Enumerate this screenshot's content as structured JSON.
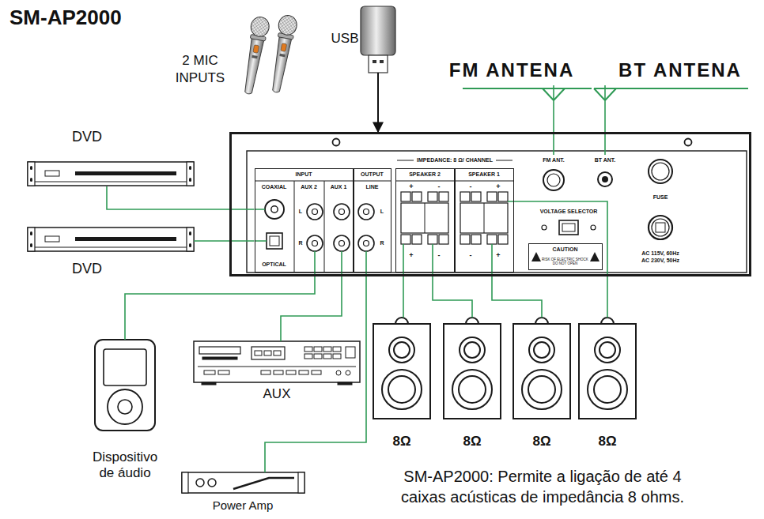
{
  "diagram": {
    "title": "SM-AP2000",
    "caption": "SM-AP2000: Permite a ligação de até 4 caixas acústicas de impedância 8 ohms.",
    "nodes": [
      {
        "text": [
          "2 MIC INPUTS"
        ]
      },
      {
        "text": [
          "USB"
        ]
      },
      {
        "text": [
          "FM ANTENA"
        ]
      },
      {
        "text": [
          "BT ANTENA"
        ]
      },
      {
        "text": [
          "DVD"
        ]
      },
      {
        "text": [
          "IMPEDANCE: 8 Ω/ CHANNEL"
        ]
      },
      {
        "text": [
          "INPUT"
        ],
        "in": 5
      },
      {
        "text": [
          "COAXIAL"
        ],
        "in": 6
      },
      {
        "text": [
          "OPTICAL"
        ],
        "in": 6
      },
      {
        "text": [
          "AUX 2"
        ],
        "in": 6
      },
      {
        "text": [
          "AUX 1"
        ],
        "in": 6
      },
      {
        "text": [
          "OUTPUT"
        ],
        "in": 5
      },
      {
        "text": [
          "LINE"
        ],
        "in": 11
      },
      {
        "text": [
          "SPEAKER 2"
        ],
        "in": 5
      },
      {
        "text": [
          "SPEAKER 1"
        ],
        "in": 5
      },
      {
        "text": [
          "FM ANT."
        ],
        "in": 5
      },
      {
        "text": [
          "BT ANT."
        ],
        "in": 5
      },
      {
        "text": [
          "FUSE"
        ],
        "in": 5
      },
      {
        "text": [
          "VOLTAGE SELECTOR"
        ],
        "in": 5
      },
      {
        "text": [
          "CAUTION",
          "RISK OF ELECTRIC SHOCK DO NOT OPEN"
        ],
        "in": 5
      },
      {
        "text": [
          "AC 115V, 60Hz AC 230V, 50Hz"
        ],
        "in": 5
      },
      {
        "text": [
          "DVD"
        ]
      },
      {
        "text": [
          "Dispositivo de áudio"
        ]
      },
      {
        "text": [
          "AUX"
        ]
      },
      {
        "text": [
          "Power Amp"
        ]
      },
      {
        "text": [
          "8Ω"
        ]
      },
      {
        "text": [
          "8Ω"
        ]
      },
      {
        "text": [
          "8Ω"
        ]
      },
      {
        "text": [
          "8Ω"
        ]
      }
    ],
    "edges": [
      {
        "from": 4,
        "to": 7,
        "arrow": "none"
      },
      {
        "from": 21,
        "to": 8,
        "arrow": "none"
      },
      {
        "from": 22,
        "to": 9,
        "arrow": "none"
      },
      {
        "from": 23,
        "to": 10,
        "arrow": "none"
      },
      {
        "from": 12,
        "to": 24,
        "arrow": "none"
      },
      {
        "from": 1,
        "to": 5,
        "arrow": "to"
      },
      {
        "from": 2,
        "to": 15,
        "arrow": "none"
      },
      {
        "from": 3,
        "to": 16,
        "arrow": "none"
      },
      {
        "from": 25,
        "to": 13,
        "arrow": "none"
      },
      {
        "from": 26,
        "to": 13,
        "arrow": "none"
      },
      {
        "from": 27,
        "to": 14,
        "arrow": "none"
      },
      {
        "from": 28,
        "to": 14,
        "arrow": "none"
      }
    ],
    "labels": [
      "L",
      "R",
      "L",
      "R",
      "+",
      "-",
      "-",
      "+",
      "+",
      "-",
      "-",
      "+"
    ]
  }
}
